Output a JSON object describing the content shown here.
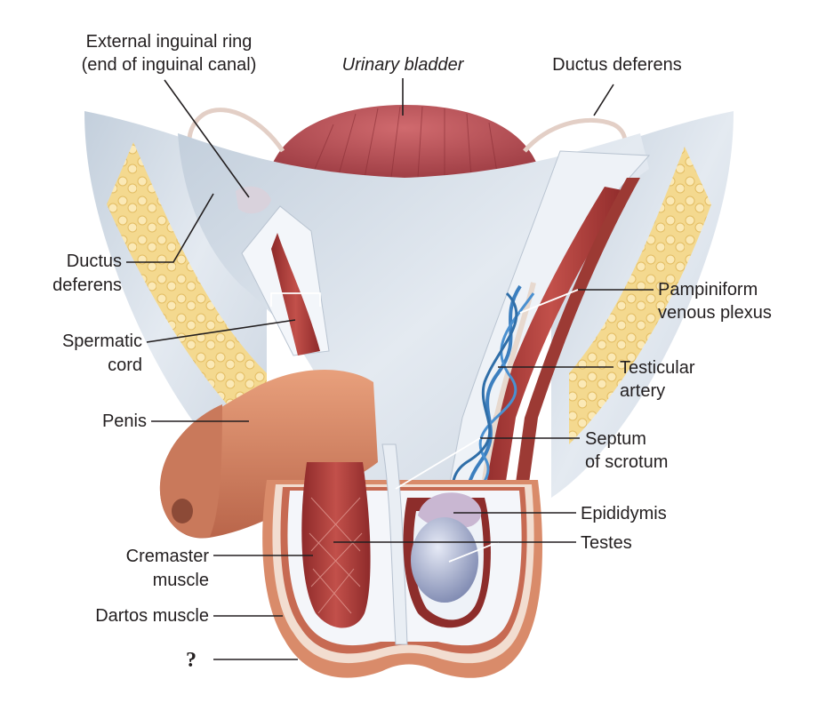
{
  "labels": {
    "external_ring_line1": "External inguinal ring",
    "external_ring_line2": "(end of inguinal canal)",
    "urinary_bladder": "Urinary bladder",
    "ductus_deferens_right": "Ductus deferens",
    "ductus_deferens_left_line1": "Ductus",
    "ductus_deferens_left_line2": "deferens",
    "spermatic_cord_line1": "Spermatic",
    "spermatic_cord_line2": "cord",
    "penis": "Penis",
    "pampiniform_line1": "Pampiniform",
    "pampiniform_line2": "venous plexus",
    "testicular_artery_line1": "Testicular",
    "testicular_artery_line2": "artery",
    "septum_line1": "Septum",
    "septum_line2": "of scrotum",
    "epididymis": "Epididymis",
    "testes": "Testes",
    "cremaster_line1": "Cremaster",
    "cremaster_line2": "muscle",
    "dartos": "Dartos muscle",
    "unknown": "?"
  },
  "colors": {
    "fascia": "#d9e1ea",
    "muscle": "#b8403c",
    "fat": "#f0d48a",
    "skin": "#d98b6a",
    "testis": "#aab3cf",
    "vein": "#3c7fbf",
    "leader": "#231f20"
  }
}
